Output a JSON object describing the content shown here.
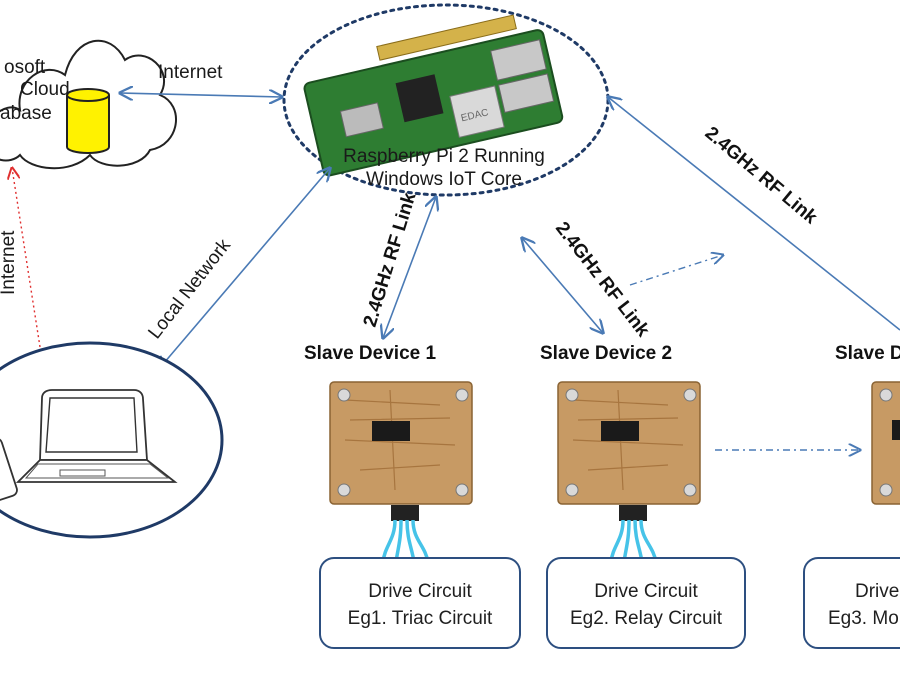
{
  "cloud": {
    "line1": "osoft",
    "line2": "Cloud",
    "line3": "abase"
  },
  "links": {
    "internet_top": "Internet",
    "internet_left": "Internet",
    "local_network": "Local Network",
    "rf_link_1": "2.4GHz RF Link",
    "rf_link_2": "2.4GHz RF Link",
    "rf_link_3": "2.4GHz RF Link"
  },
  "hub": {
    "line1": "Raspberry Pi 2 Running",
    "line2": "Windows IoT Core",
    "chip_label": "EDAC"
  },
  "slaves": [
    {
      "title": "Slave Device 1",
      "drive1": "Drive Circuit",
      "drive2": "Eg1. Triac Circuit"
    },
    {
      "title": "Slave Device 2",
      "drive1": "Drive Circuit",
      "drive2": "Eg2. Relay Circuit"
    },
    {
      "title": "Slave D",
      "drive1": "Drive",
      "drive2": "Eg3. Mo"
    }
  ],
  "colors": {
    "arrow": "#4a7ab5",
    "ellipse": "#1f3a66",
    "box_border": "#2d4f80",
    "cloud_stroke": "#222222",
    "db_fill": "#fff200",
    "pcb": "#c79a64",
    "wire": "#46c3e8",
    "red_dotted": "#e03030"
  }
}
